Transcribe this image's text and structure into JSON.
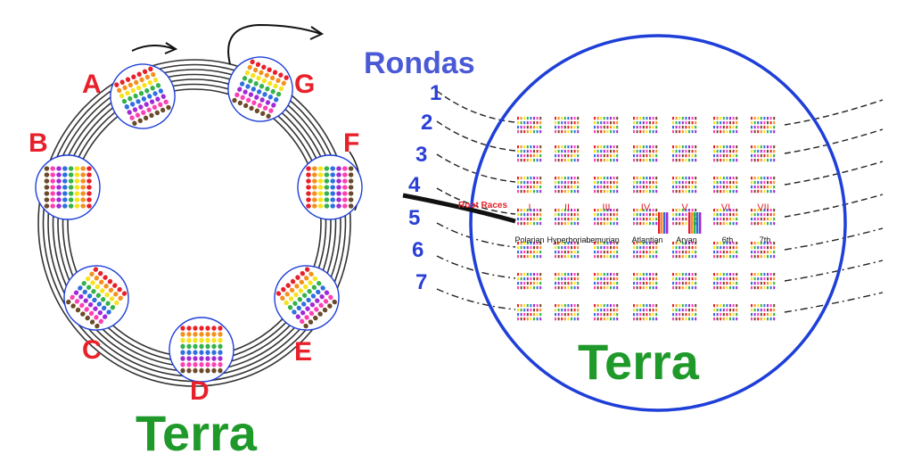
{
  "left_panel": {
    "globes": [
      {
        "letter": "A"
      },
      {
        "letter": "G"
      },
      {
        "letter": "B"
      },
      {
        "letter": "F"
      },
      {
        "letter": "C"
      },
      {
        "letter": "E"
      },
      {
        "letter": "D"
      }
    ],
    "caption": "Terra"
  },
  "right_panel": {
    "heading": "Rondas",
    "round_numbers": [
      "1",
      "2",
      "3",
      "4",
      "5",
      "6",
      "7"
    ],
    "root_races_label": "Root Races",
    "roman_numerals": [
      "I",
      "II",
      "III",
      "IV",
      "V",
      "VI",
      "VII"
    ],
    "race_names": [
      "Polarian",
      "Hyperborian",
      "Lemurian",
      "Atlantian",
      "Aryan",
      "6th",
      "7th"
    ],
    "caption": "Terra"
  },
  "palette": {
    "rainbow": [
      "#e8202a",
      "#f4911e",
      "#f7e21b",
      "#35b24a",
      "#2f6fe0",
      "#a12ad6",
      "#ff3fb4",
      "#6b4a2a"
    ],
    "letter_color": "#e8202a",
    "number_color": "#2a3fd6",
    "heading_color": "#4a5ad6",
    "caption_color": "#1f9a2a",
    "circle_color": "#1e3fd8"
  }
}
